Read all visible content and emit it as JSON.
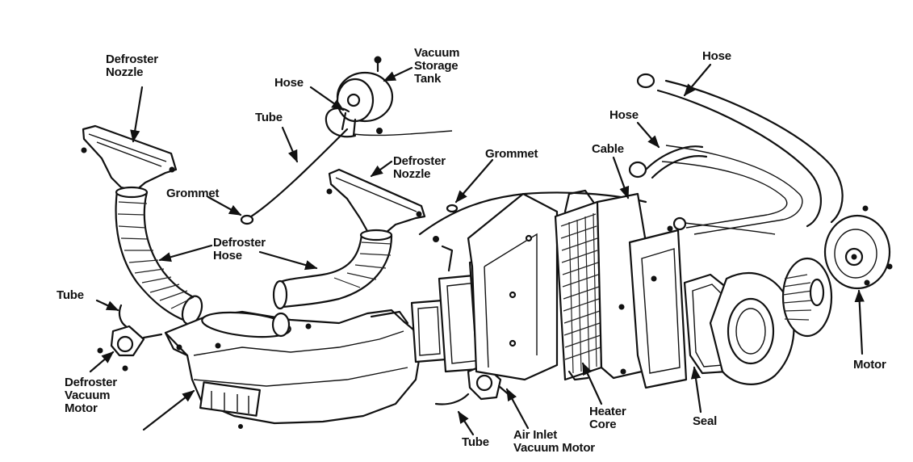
{
  "diagram": {
    "labels": {
      "defroster_nozzle_left": "Defroster\nNozzle",
      "vacuum_storage_tank": "Vacuum\nStorage\nTank",
      "hose_top_left": "Hose",
      "tube_top": "Tube",
      "hose_top_right": "Hose",
      "hose_mid_right": "Hose",
      "cable": "Cable",
      "grommet_top": "Grommet",
      "defroster_nozzle_center": "Defroster\nNozzle",
      "grommet_left": "Grommet",
      "defroster_hose": "Defroster\nHose",
      "tube_left": "Tube",
      "defroster_vacuum_motor": "Defroster\nVacuum\nMotor",
      "motor": "Motor",
      "heater_core": "Heater\nCore",
      "seal": "Seal",
      "tube_bottom": "Tube",
      "air_inlet_vacuum_motor": "Air Inlet\nVacuum Motor"
    }
  }
}
